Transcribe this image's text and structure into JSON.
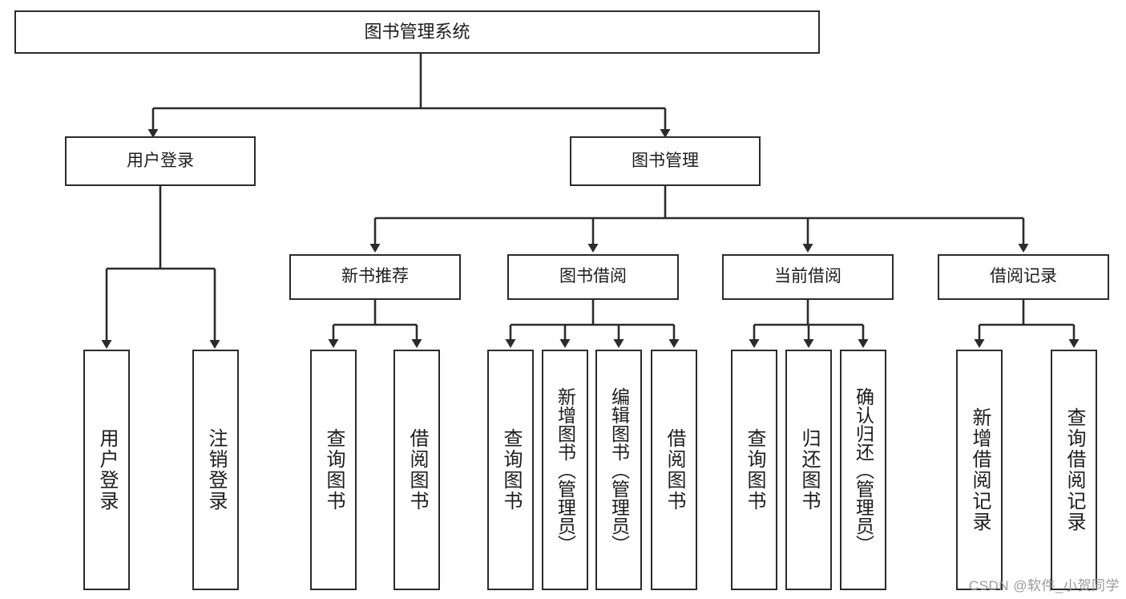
{
  "diagram": {
    "type": "tree",
    "title": "图书管理系统",
    "root": {
      "id": "root",
      "label": "图书管理系统"
    },
    "level1": [
      {
        "id": "user-login",
        "label": "用户登录"
      },
      {
        "id": "book-manage",
        "label": "图书管理"
      }
    ],
    "level2": [
      {
        "id": "new-book-rec",
        "label": "新书推荐",
        "parent": "book-manage"
      },
      {
        "id": "book-borrow",
        "label": "图书借阅",
        "parent": "book-manage"
      },
      {
        "id": "current-borrow",
        "label": "当前借阅",
        "parent": "book-manage"
      },
      {
        "id": "borrow-record",
        "label": "借阅记录",
        "parent": "book-manage"
      }
    ],
    "leaves": [
      {
        "id": "leaf-user-login",
        "label": "用户登录",
        "parent": "user-login"
      },
      {
        "id": "leaf-logout",
        "label": "注销登录",
        "parent": "user-login"
      },
      {
        "id": "leaf-query-book-1",
        "label": "查询图书",
        "parent": "new-book-rec"
      },
      {
        "id": "leaf-borrow-book-1",
        "label": "借阅图书",
        "parent": "new-book-rec"
      },
      {
        "id": "leaf-query-book-2",
        "label": "查询图书",
        "parent": "book-borrow"
      },
      {
        "id": "leaf-add-book",
        "label": "新增图书（管理员）",
        "parent": "book-borrow"
      },
      {
        "id": "leaf-edit-book",
        "label": "编辑图书（管理员）",
        "parent": "book-borrow"
      },
      {
        "id": "leaf-borrow-book-2",
        "label": "借阅图书",
        "parent": "book-borrow"
      },
      {
        "id": "leaf-query-book-3",
        "label": "查询图书",
        "parent": "current-borrow"
      },
      {
        "id": "leaf-return-book",
        "label": "归还图书",
        "parent": "current-borrow"
      },
      {
        "id": "leaf-confirm-return",
        "label": "确认归还（管理员）",
        "parent": "current-borrow"
      },
      {
        "id": "leaf-add-record",
        "label": "新增借阅记录",
        "parent": "borrow-record"
      },
      {
        "id": "leaf-query-record",
        "label": "查询借阅记录",
        "parent": "borrow-record"
      }
    ]
  },
  "watermark": {
    "text": "CSDN @软件_小贺同学"
  },
  "colors": {
    "stroke": "#2b2b2b",
    "fill": "#ffffff",
    "text": "#1c1c1c",
    "watermark": "#9a9a9a"
  }
}
